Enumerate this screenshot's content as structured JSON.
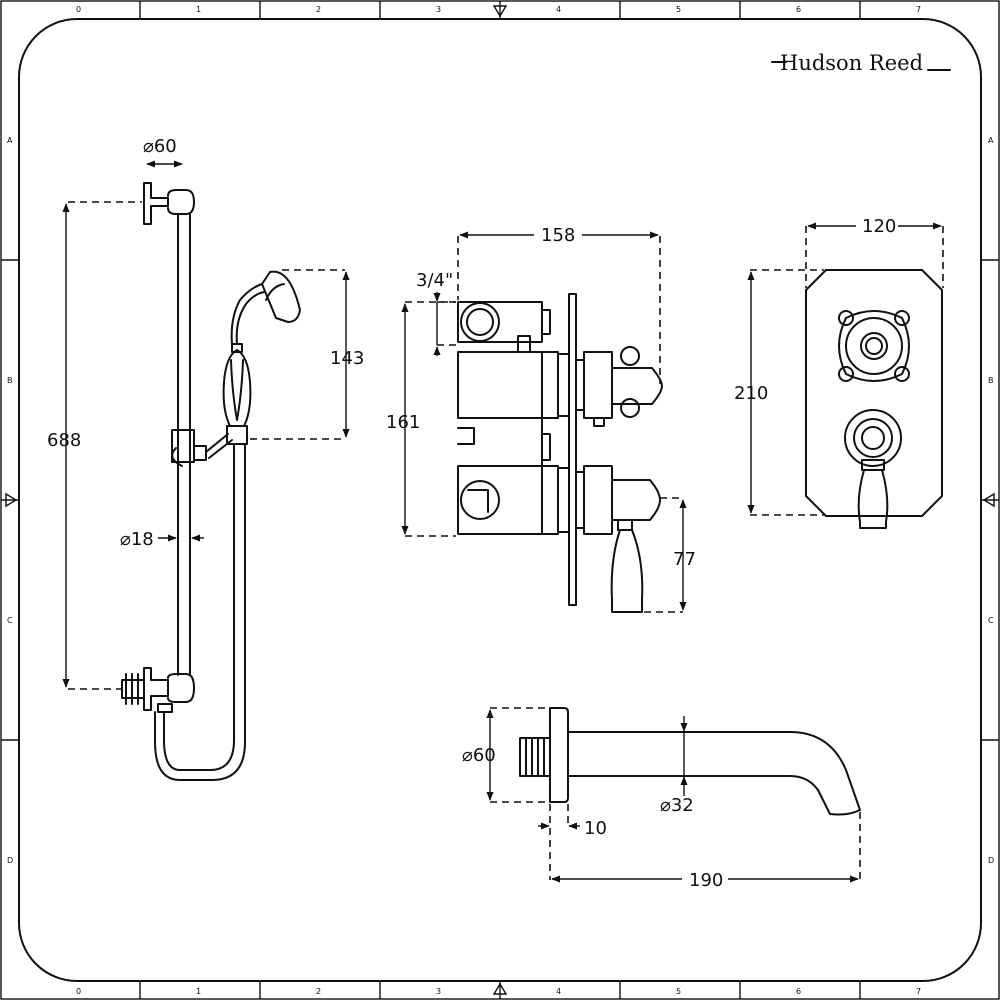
{
  "brand": "Hudson Reed",
  "border_columns": [
    "0",
    "1",
    "2",
    "3",
    "4",
    "5",
    "6",
    "7"
  ],
  "border_rows": [
    "A",
    "B",
    "C",
    "D"
  ],
  "dimensions": {
    "riser_bracket_dia": "⌀60",
    "riser_height": "688",
    "handset_height": "143",
    "rail_dia": "⌀18",
    "valve_depth": "158",
    "inlet_size": "3/4\"",
    "valve_height": "161",
    "lever_length": "77",
    "plate_width": "120",
    "plate_height": "210",
    "spout_flange_dia": "⌀60",
    "spout_dia": "⌀32",
    "flange_depth": "10",
    "spout_projection": "190"
  }
}
